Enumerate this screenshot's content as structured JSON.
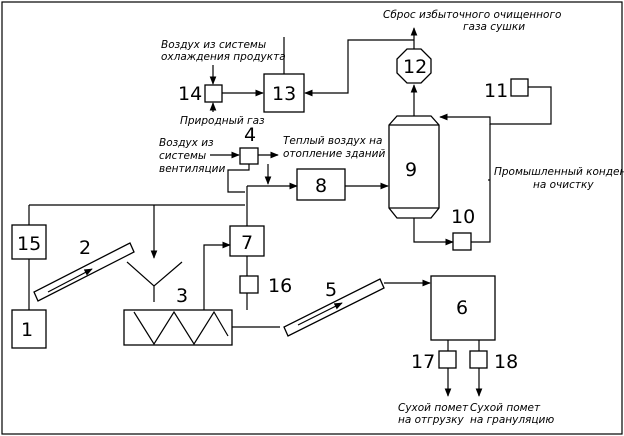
{
  "units": {
    "u1": "1",
    "u2": "2",
    "u3": "3",
    "u4": "4",
    "u5": "5",
    "u6": "6",
    "u7": "7",
    "u8": "8",
    "u9": "9",
    "u10": "10",
    "u11": "11",
    "u12": "12",
    "u13": "13",
    "u14": "14",
    "u15": "15",
    "u16": "16",
    "u17": "17",
    "u18": "18"
  },
  "labels": {
    "exhaust_line1": "Сброс избыточного очищенного",
    "exhaust_line2": "газа сушки",
    "cooling_air_line1": "Воздух из системы",
    "cooling_air_line2": "охлаждения продукта",
    "natural_gas": "Природный газ",
    "vent_air_line1": "Воздух из",
    "vent_air_line2": "системы",
    "vent_air_line3": "вентиляции",
    "warm_air_line1": "Теплый воздух на",
    "warm_air_line2": "отопление зданий",
    "condensate_line1": "Промышленный конденсат",
    "condensate_line2": "на очистку",
    "dry_shipment_line1": "Сухой помет",
    "dry_shipment_line2": "на отгрузку",
    "dry_granulation_line1": "Сухой помет",
    "dry_granulation_line2": "на грануляцию"
  }
}
